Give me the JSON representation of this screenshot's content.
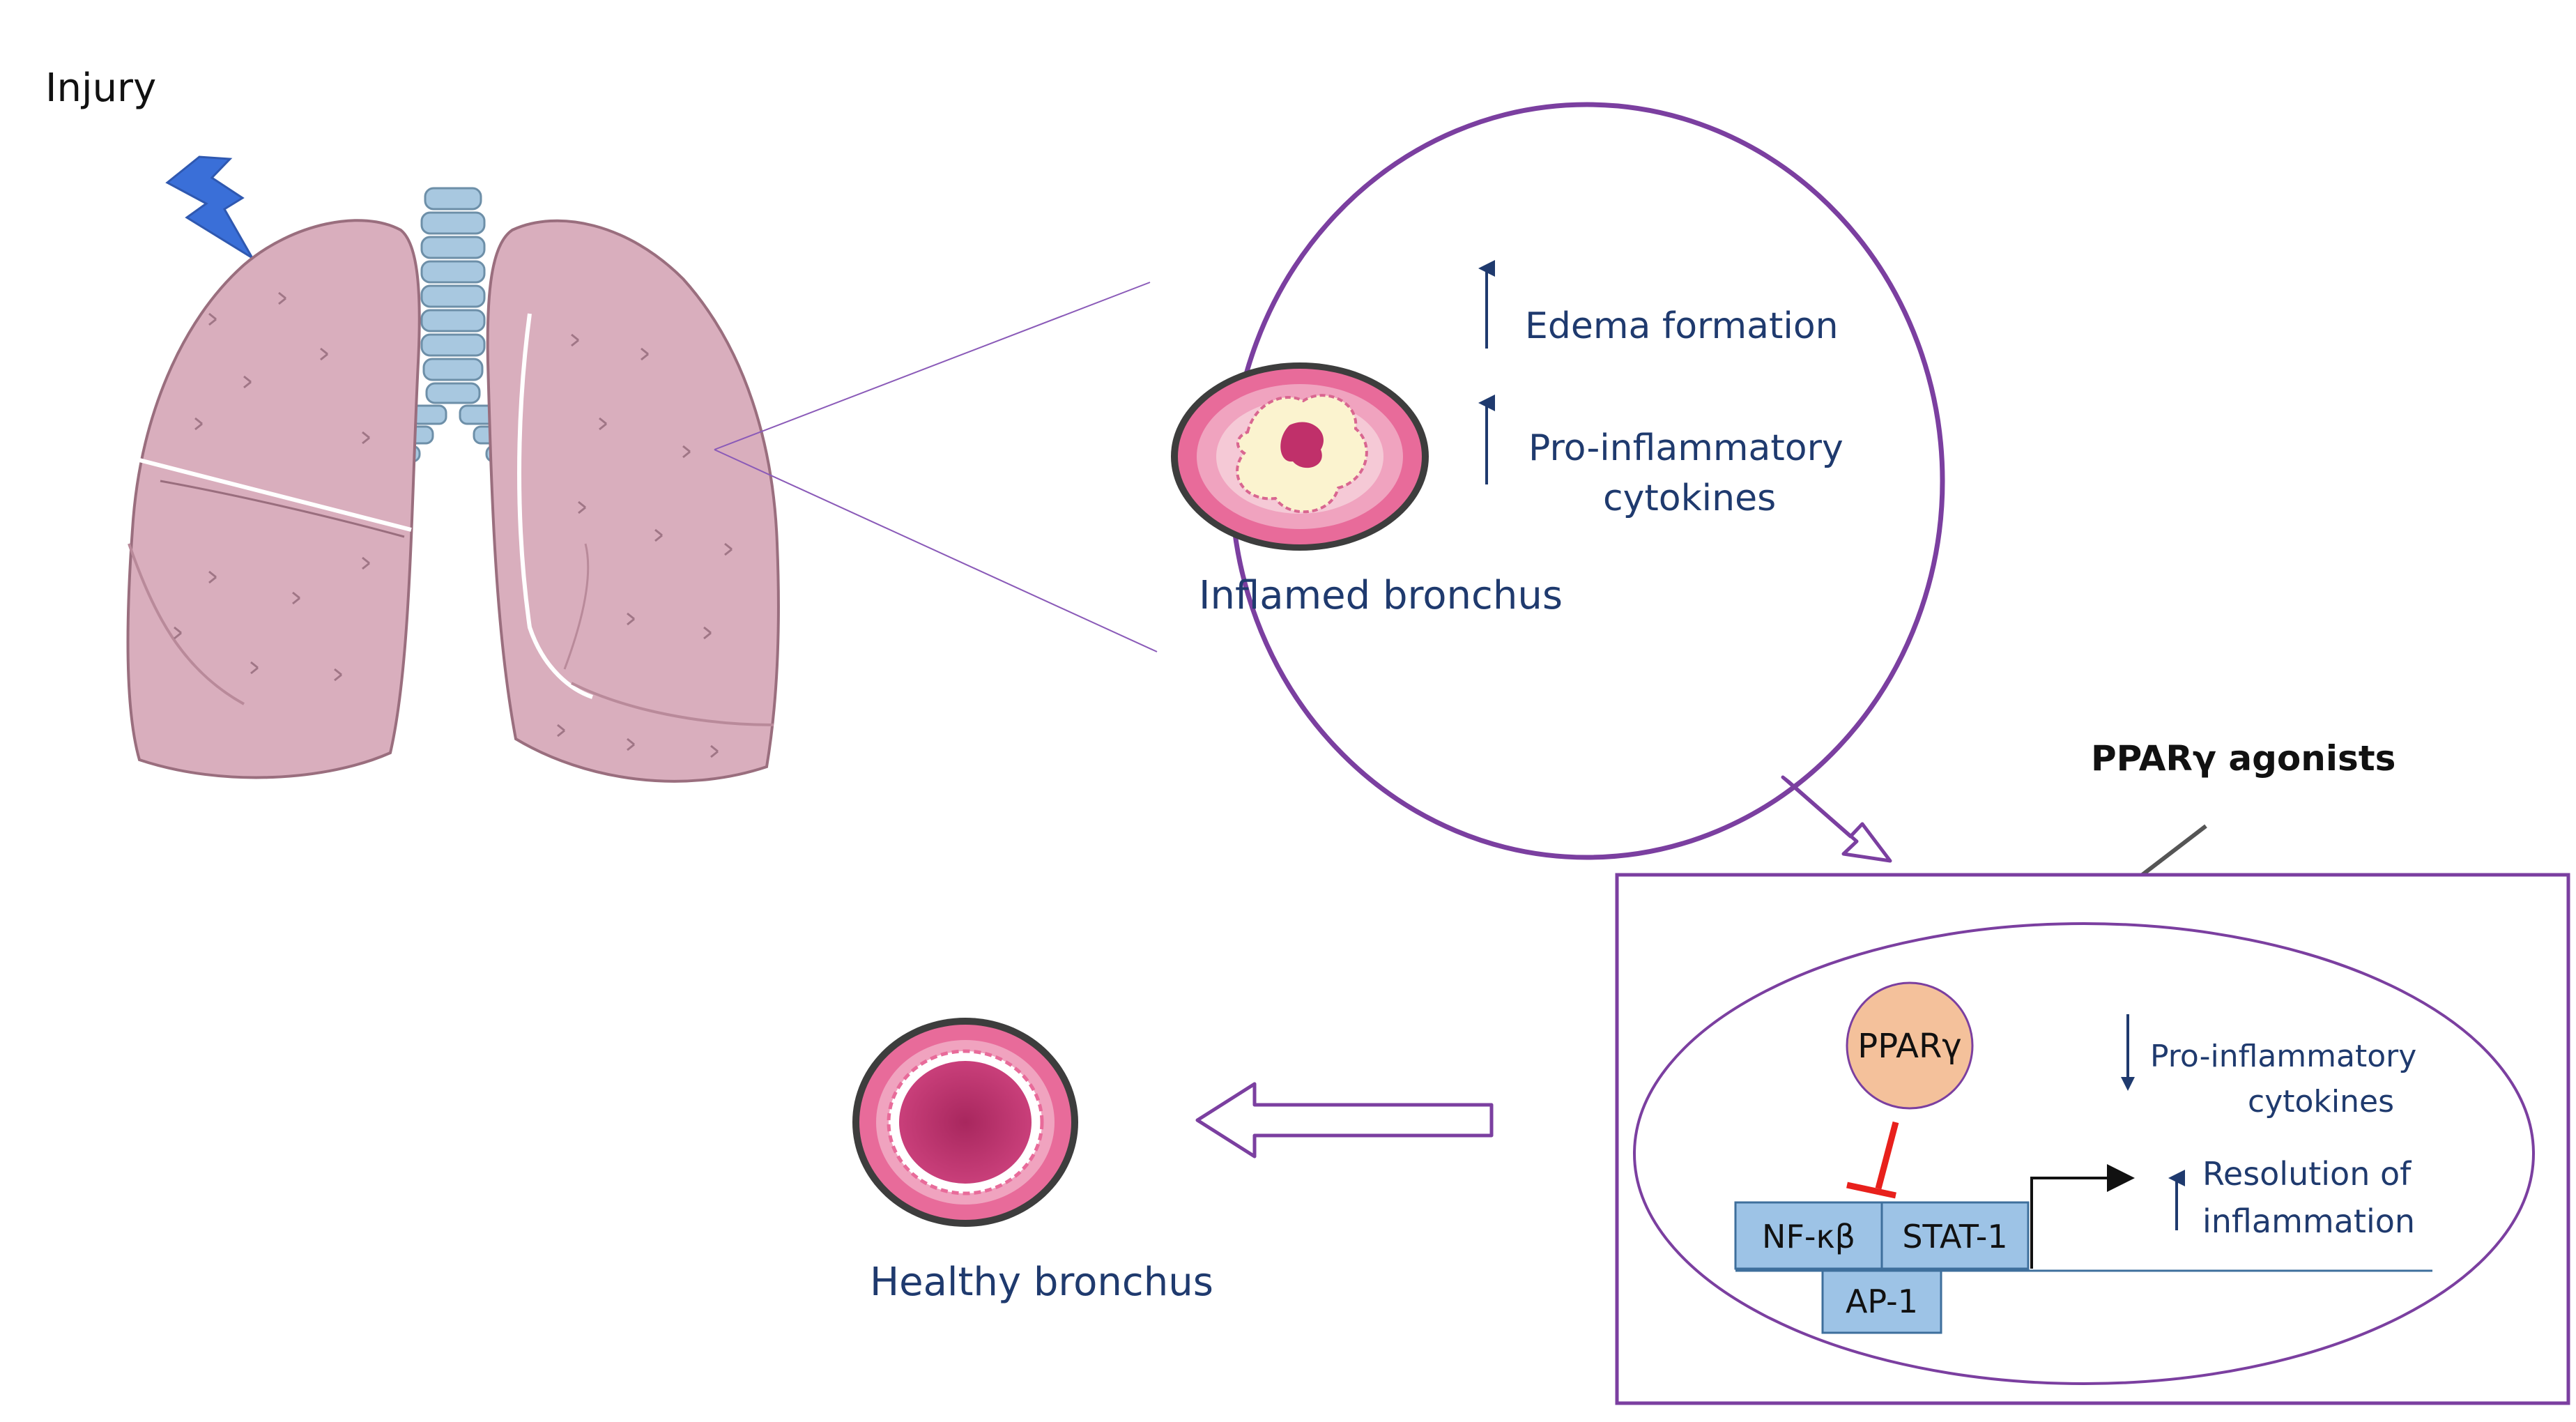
{
  "labels": {
    "injury": "Injury",
    "inflamed": "Inflamed bronchus",
    "healthy": "Healthy bronchus",
    "edema": "Edema formation",
    "proinf_1_line1": "Pro-inflammatory",
    "proinf_1_line2": "cytokines",
    "agonists": "PPARγ agonists",
    "ppar": "PPARγ",
    "proinf_2_line1": "Pro-inflammatory",
    "proinf_2_line2": "cytokines",
    "resolution_line1": "Resolution of",
    "resolution_line2": "inflammation",
    "nfkb": "NF-κβ",
    "stat1": "STAT-1",
    "ap1": "AP-1"
  },
  "colors": {
    "purple": "#7b3fa0",
    "navy": "#1f3a6e",
    "lung": "#d9aebd",
    "trachea": "#a8c8e0",
    "bolt": "#3a6fd8",
    "box_blue": "#9dc3e6",
    "ppar_fill": "#f4c19b",
    "inhibit_red": "#e8201c"
  },
  "icons": {
    "injury": "lightning-bolt-icon",
    "lungs": "lungs-icon",
    "inflamed": "inflamed-bronchus-icon",
    "healthy": "healthy-bronchus-icon"
  }
}
